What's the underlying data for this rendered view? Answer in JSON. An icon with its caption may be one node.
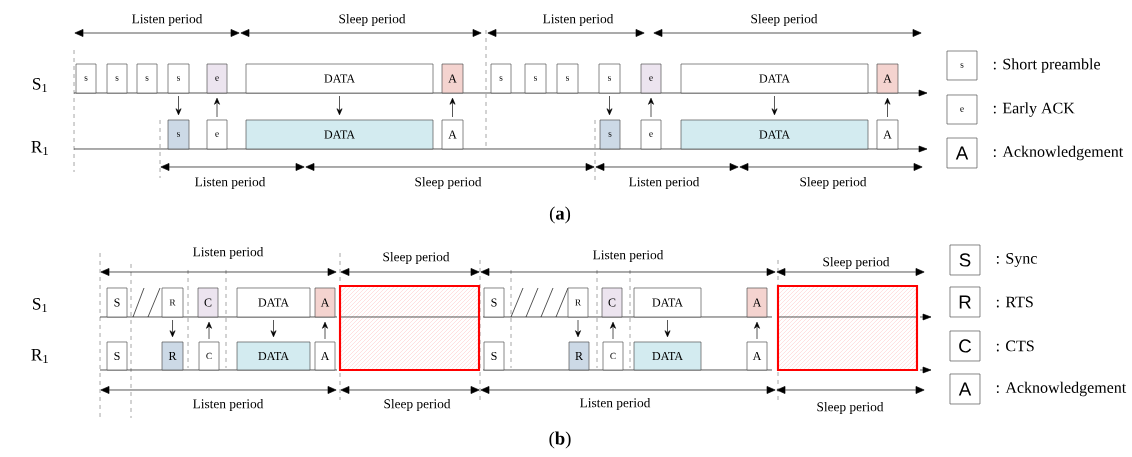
{
  "diagram": {
    "nodes": [
      {
        "text": [
          "s"
        ]
      },
      {
        "text": [
          "s"
        ]
      },
      {
        "text": [
          "s"
        ]
      },
      {
        "text": [
          "s"
        ]
      },
      {
        "text": [
          "e"
        ]
      },
      {
        "text": [
          "DATA"
        ]
      },
      {
        "text": [
          "A"
        ]
      },
      {
        "text": [
          "s"
        ]
      },
      {
        "text": [
          "s"
        ]
      },
      {
        "text": [
          "s"
        ]
      },
      {
        "text": [
          "s"
        ]
      },
      {
        "text": [
          "e"
        ]
      },
      {
        "text": [
          "DATA"
        ]
      },
      {
        "text": [
          "A"
        ]
      },
      {
        "text": [
          "s"
        ]
      },
      {
        "text": [
          "e"
        ]
      },
      {
        "text": [
          "DATA"
        ]
      },
      {
        "text": [
          "A"
        ]
      },
      {
        "text": [
          "s"
        ]
      },
      {
        "text": [
          "e"
        ]
      },
      {
        "text": [
          "DATA"
        ]
      },
      {
        "text": [
          "A"
        ]
      },
      {
        "text": [
          "s"
        ],
        "beside": [
          ": Short preamble"
        ]
      },
      {
        "text": [
          "e"
        ],
        "beside": [
          ": Early ACK"
        ]
      },
      {
        "text": [
          "A"
        ],
        "beside": [
          ": Acknowledgement"
        ]
      },
      {
        "text": [
          "S"
        ]
      },
      {
        "text": [
          "R"
        ]
      },
      {
        "text": [
          "C"
        ]
      },
      {
        "text": [
          "DATA"
        ]
      },
      {
        "text": [
          "A"
        ]
      },
      {
        "text": [],
        "shape": "box"
      },
      {
        "text": [
          "S"
        ]
      },
      {
        "text": [
          "R"
        ]
      },
      {
        "text": [
          "C"
        ]
      },
      {
        "text": [
          "DATA"
        ]
      },
      {
        "text": [
          "A"
        ]
      },
      {
        "text": [],
        "shape": "box"
      },
      {
        "text": [
          "S"
        ]
      },
      {
        "text": [
          "R"
        ]
      },
      {
        "text": [
          "C"
        ]
      },
      {
        "text": [
          "DATA"
        ]
      },
      {
        "text": [
          "A"
        ]
      },
      {
        "text": [
          "S"
        ]
      },
      {
        "text": [
          "R"
        ]
      },
      {
        "text": [
          "C"
        ]
      },
      {
        "text": [
          "DATA"
        ]
      },
      {
        "text": [
          "A"
        ]
      },
      {
        "text": [
          "S"
        ],
        "beside": [
          ": Sync"
        ]
      },
      {
        "text": [
          "R"
        ],
        "beside": [
          ": RTS"
        ]
      },
      {
        "text": [
          "C"
        ],
        "beside": [
          ": CTS"
        ]
      },
      {
        "text": [
          "A"
        ],
        "beside": [
          ": Acknowledgement"
        ]
      }
    ],
    "edges": [
      {
        "from": 3,
        "to": 14,
        "arrow": "to"
      },
      {
        "from": 15,
        "to": 4,
        "arrow": "to"
      },
      {
        "from": 5,
        "to": 16,
        "arrow": "to"
      },
      {
        "from": 17,
        "to": 6,
        "arrow": "to"
      },
      {
        "from": 10,
        "to": 18,
        "arrow": "to"
      },
      {
        "from": 19,
        "to": 11,
        "arrow": "to"
      },
      {
        "from": 12,
        "to": 20,
        "arrow": "to"
      },
      {
        "from": 21,
        "to": 13,
        "arrow": "to"
      },
      {
        "from": 26,
        "to": 38,
        "arrow": "to"
      },
      {
        "from": 39,
        "to": 27,
        "arrow": "to"
      },
      {
        "from": 28,
        "to": 40,
        "arrow": "to"
      },
      {
        "from": 41,
        "to": 29,
        "arrow": "to"
      },
      {
        "from": 32,
        "to": 43,
        "arrow": "to"
      },
      {
        "from": 44,
        "to": 33,
        "arrow": "to"
      },
      {
        "from": 34,
        "to": 45,
        "arrow": "to"
      },
      {
        "from": 46,
        "to": 35,
        "arrow": "to"
      }
    ],
    "labels": [
      "Listen period",
      "Sleep period",
      "Listen period",
      "Sleep period",
      "S$_{1}$",
      "R$_{1}$",
      "Listen period",
      "Sleep period",
      "Listen period",
      "Sleep period",
      "(**a**)",
      "Listen period",
      "Sleep period",
      "Listen period",
      "Sleep period",
      "S$_{1}$",
      "R$_{1}$",
      "Listen period",
      "Sleep period",
      "Listen period",
      "Sleep period",
      "(**b**)"
    ]
  }
}
